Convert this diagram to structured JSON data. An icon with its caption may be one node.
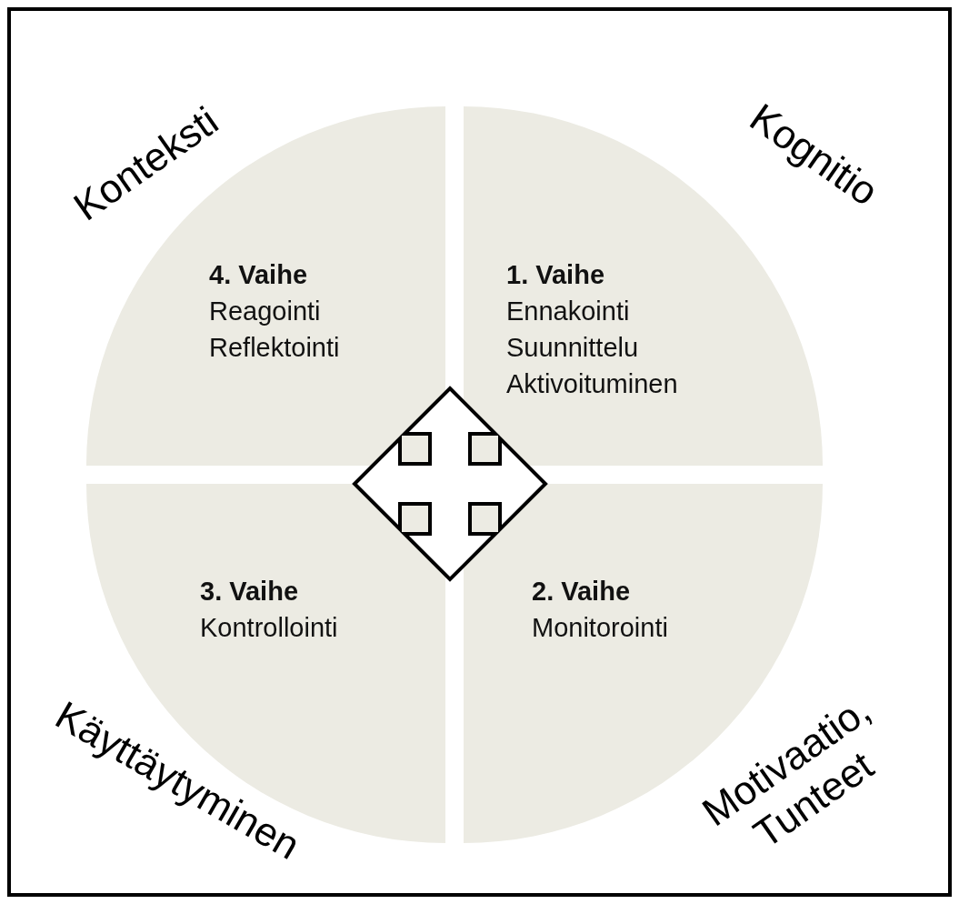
{
  "diagram": {
    "nodes": [
      {
        "text": [
          "4. Vaihe",
          "Reagointi",
          "Reflektointi"
        ]
      },
      {
        "text": [
          "1. Vaihe",
          "Ennakointi",
          "Suunnittelu",
          "Aktivoituminen"
        ]
      },
      {
        "text": [
          "3. Vaihe",
          "Kontrollointi"
        ]
      },
      {
        "text": [
          "2. Vaihe",
          "Monitorointi"
        ]
      }
    ],
    "labels": [
      "Konteksti",
      "Kognitio",
      "Käyttäytyminen",
      "Motivaatio, Tunteet"
    ]
  }
}
